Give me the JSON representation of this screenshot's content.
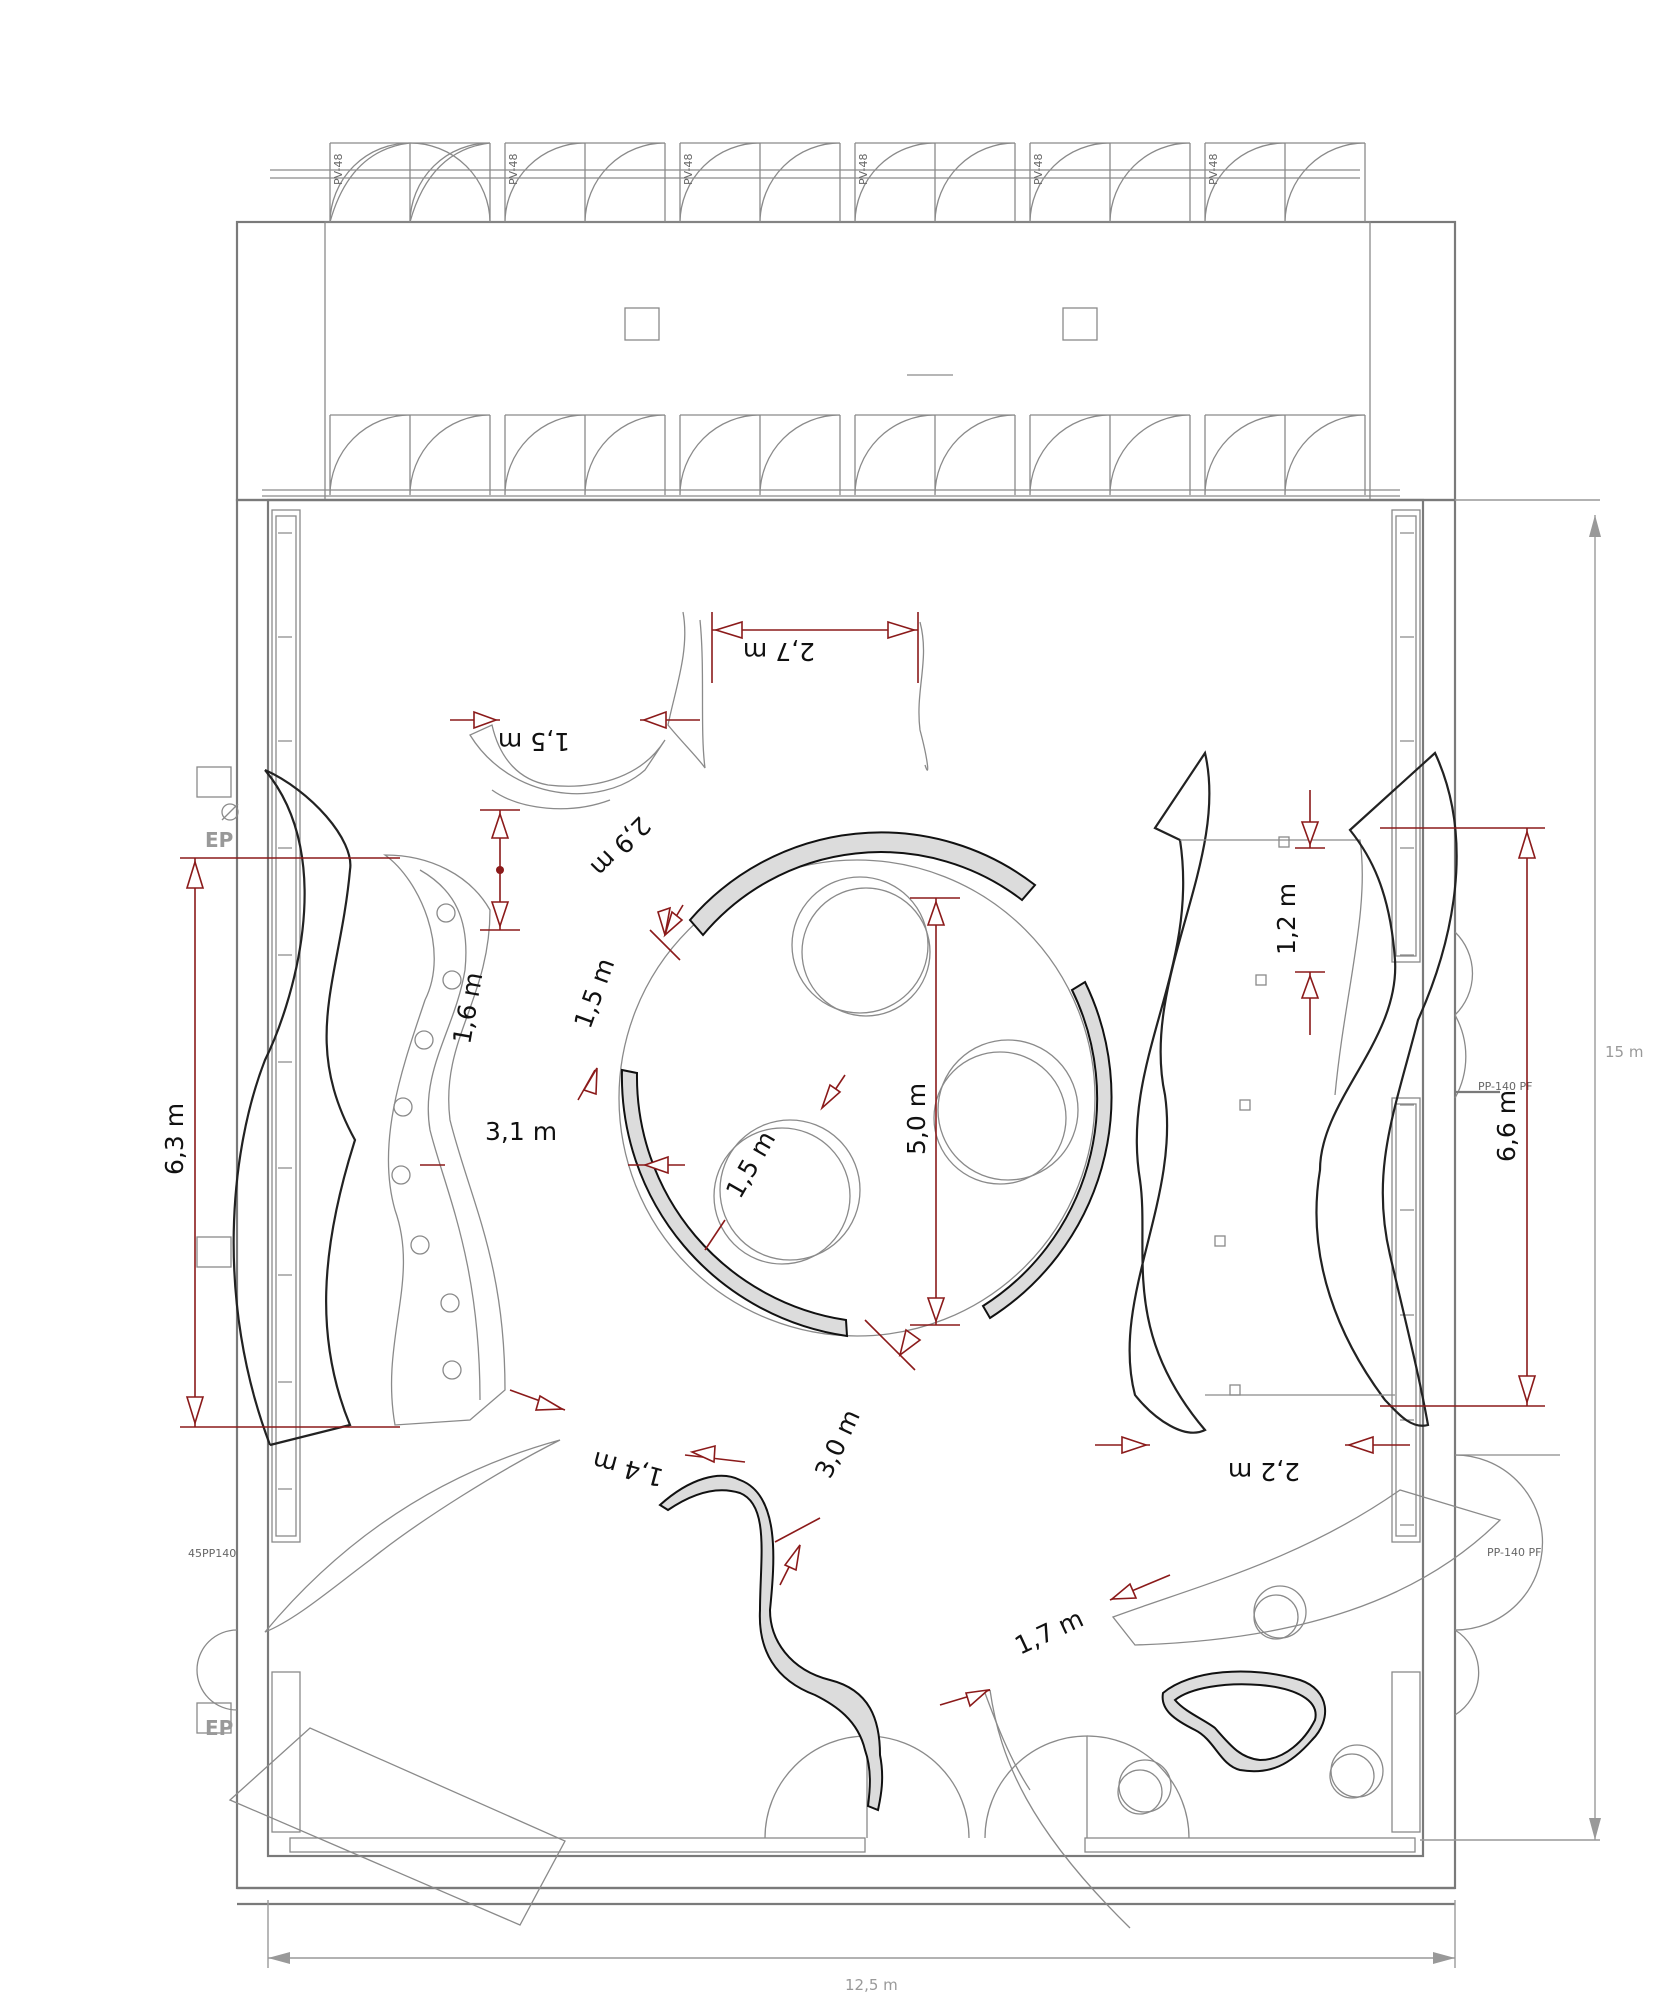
{
  "diagram": {
    "overall_dimensions": {
      "width": "12,5 m",
      "height": "15 m"
    },
    "dimension_labels": {
      "d_2_7": "2,7 m",
      "d_1_5_top": "1,5 m",
      "d_2_9": "2,9 m",
      "d_1_5_left": "1,5 m",
      "d_1_6": "1,6 m",
      "d_6_3": "6,3 m",
      "d_3_1": "3,1 m",
      "d_1_5_inner": "1,5 m",
      "d_5_0": "5,0 m",
      "d_1_2": "1,2 m",
      "d_6_6": "6,6 m",
      "d_1_4": "1,4 m",
      "d_3_0": "3,0 m",
      "d_2_2": "2,2 m",
      "d_1_7": "1,7 m"
    },
    "symbols": {
      "ep_label": "EP",
      "partition_tag": "PP-140  PF",
      "door_tag": "PV-48",
      "side_tag_left": "45PP140",
      "side_tag_right": "PP-140 PF"
    }
  }
}
